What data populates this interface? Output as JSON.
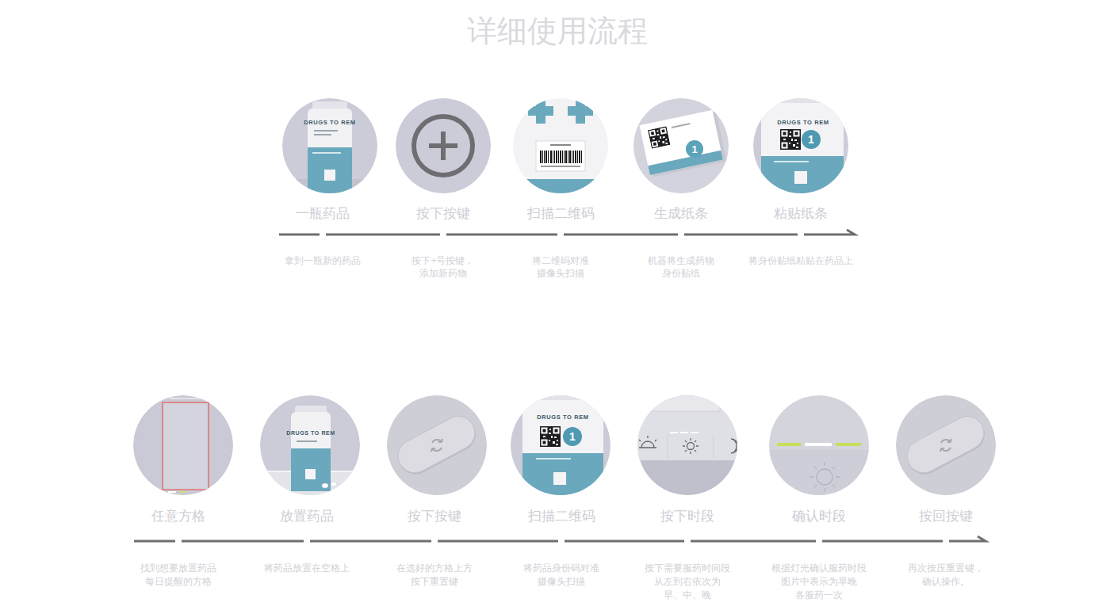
{
  "diagram": {
    "title": "详细使用流程",
    "nodes": [
      {
        "text": [
          "一瓶药品",
          "拿到一瓶新的药品"
        ]
      },
      {
        "text": [
          "按下按键",
          "按下+号按键， 添加新药物"
        ]
      },
      {
        "text": [
          "扫描二维码",
          "将二维码对准 摄像头扫描"
        ]
      },
      {
        "text": [
          "生成纸条",
          "机器将生成药物 身份贴纸"
        ]
      },
      {
        "text": [
          "粘贴纸条",
          "将身份贴纸粘贴在药品上"
        ]
      },
      {
        "text": [
          "任意方格",
          "找到想要放置药品 每日提醒的方格"
        ]
      },
      {
        "text": [
          "放置药品",
          "将药品放置在空格上"
        ]
      },
      {
        "text": [
          "按下按键",
          "在选好的方格上方 按下重置键"
        ]
      },
      {
        "text": [
          "扫描二维码",
          "将药品身份码对准 摄像头扫描"
        ]
      },
      {
        "text": [
          "按下时段",
          "按下需要服药时间段 从左到右依次为 早、中、晚"
        ]
      },
      {
        "text": [
          "确认时段",
          "根据灯光确认服药时段 图片中表示为早晚 各服药一次"
        ]
      },
      {
        "text": [
          "按回按键",
          "再次按压重置键， 确认操作。"
        ]
      }
    ],
    "edges": [
      {
        "from": 0,
        "to": 1,
        "arrow": "none"
      },
      {
        "from": 1,
        "to": 2,
        "arrow": "none"
      },
      {
        "from": 2,
        "to": 3,
        "arrow": "none"
      },
      {
        "from": 3,
        "to": 4,
        "arrow": "none"
      },
      {
        "from": 5,
        "to": 6,
        "arrow": "none"
      },
      {
        "from": 6,
        "to": 7,
        "arrow": "none"
      },
      {
        "from": 7,
        "to": 8,
        "arrow": "none"
      },
      {
        "from": 8,
        "to": 9,
        "arrow": "none"
      },
      {
        "from": 9,
        "to": 10,
        "arrow": "none"
      },
      {
        "from": 10,
        "to": 11,
        "arrow": "none"
      }
    ],
    "labels": [
      "DRUGS TO REM",
      "1",
      "DRUGS TO REM",
      "1",
      "DRUGS TO REM",
      "DRUGS TO REM",
      "1"
    ]
  }
}
